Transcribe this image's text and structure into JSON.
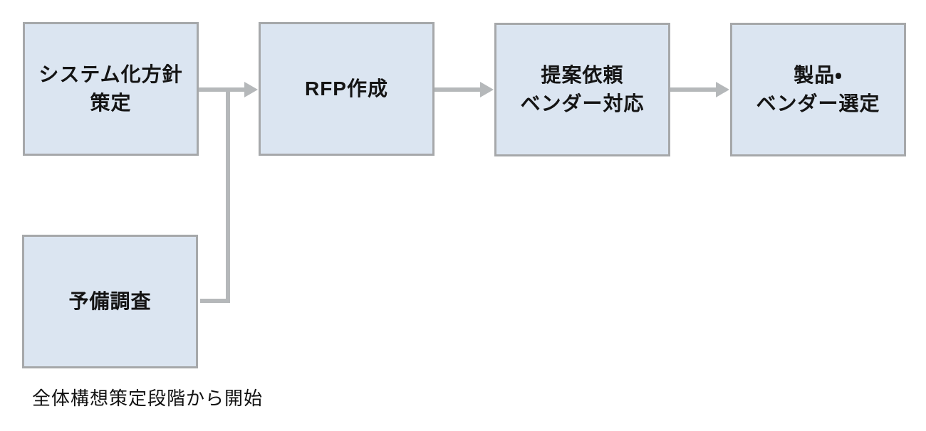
{
  "diagram": {
    "boxes": [
      {
        "name": "system-policy",
        "lines": [
          "システム化方針",
          "策定"
        ]
      },
      {
        "name": "rfp-creation",
        "lines": [
          "RFP作成"
        ]
      },
      {
        "name": "proposal-vendor",
        "lines": [
          "提案依頼",
          "ベンダー対応"
        ]
      },
      {
        "name": "product-vendor",
        "lines": [
          "製品・",
          "ベンダー選定"
        ]
      },
      {
        "name": "preliminary-survey",
        "lines": [
          "予備調査"
        ]
      }
    ],
    "caption": "全体構想策定段階から開始",
    "colors": {
      "box_fill": "#dbe5f1",
      "box_border": "#a6a8aa",
      "connector": "#b5b8ba",
      "text": "#141414"
    }
  }
}
